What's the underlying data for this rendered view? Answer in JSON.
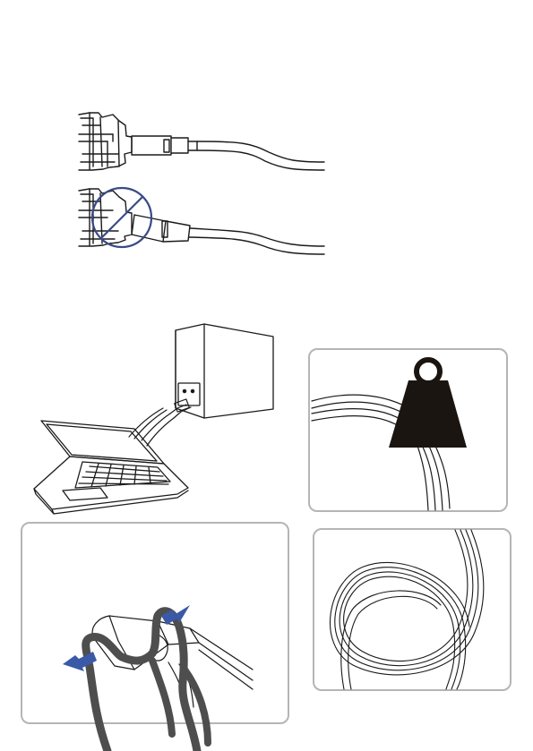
{
  "colors": {
    "ink": "#1a1a1a",
    "panel_border": "#b5b5b5",
    "prohibit": "#3a4a86",
    "hand_outline": "#4e4e4e",
    "arrow": "#3a5aa8",
    "weight": "#1b1511"
  },
  "figures": [
    {
      "id": "correct-insertion",
      "icon": "cable-straight-plug"
    },
    {
      "id": "incorrect-insertion",
      "icon": "no-sign-icon"
    },
    {
      "id": "laptop-connection",
      "icon": "laptop-and-adapter"
    },
    {
      "id": "no-heavy-load",
      "icon": "weight-icon"
    },
    {
      "id": "grip-plug",
      "icon": "hand-pinch"
    },
    {
      "id": "cable-coil",
      "icon": "coiled-cable"
    }
  ]
}
